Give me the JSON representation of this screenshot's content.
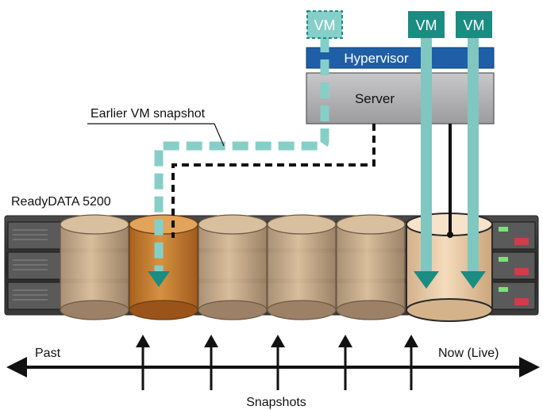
{
  "vms": [
    {
      "label": "VM",
      "style": "dashed-outline"
    },
    {
      "label": "VM",
      "style": "solid"
    },
    {
      "label": "VM",
      "style": "solid"
    }
  ],
  "hypervisor": {
    "label": "Hypervisor"
  },
  "server": {
    "label": "Server"
  },
  "snapshot_callout": {
    "label": "Earlier VM snapshot"
  },
  "device": {
    "label": "ReadyDATA 5200"
  },
  "timeline": {
    "left_label": "Past",
    "right_label": "Now (Live)",
    "bottom_label": "Snapshots"
  },
  "colors": {
    "vm_teal": "#1a8c82",
    "vm_light_teal": "#7fc7c0",
    "hypervisor_blue": "#1f5fa8",
    "server_gray": "#a8a8ab",
    "cylinder_tan": "#e9c79c",
    "cylinder_highlight": "#d38a33",
    "dashed_teal": "#86cfc8",
    "arrow_black": "#111111"
  }
}
